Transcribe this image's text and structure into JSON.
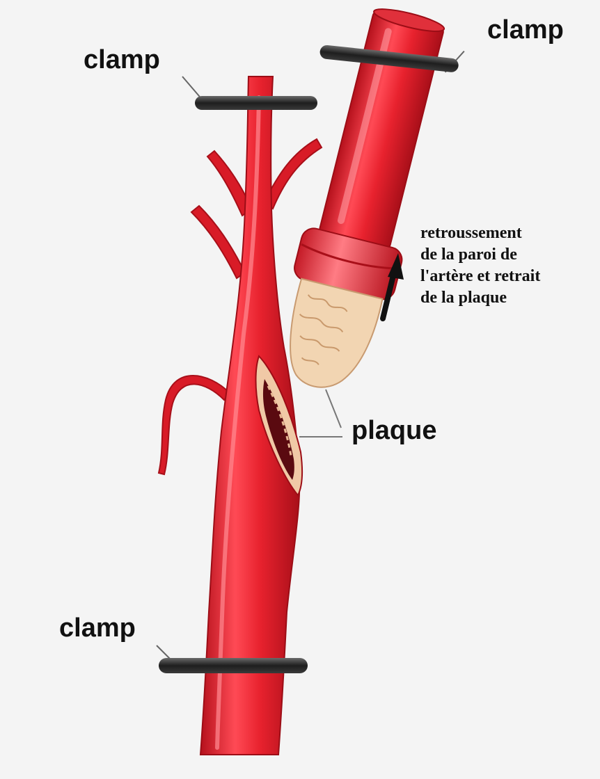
{
  "labels": {
    "clamp_top_left": "clamp",
    "clamp_top_right": "clamp",
    "clamp_bottom": "clamp",
    "plaque": "plaque",
    "annotation_lines": [
      "retroussement",
      "de la paroi de",
      "l'artère et retrait",
      "de la plaque"
    ]
  },
  "colors": {
    "background": "#f4f4f4",
    "artery": "#e8222e",
    "artery_dark": "#b5111c",
    "artery_highlight": "#ff6d76",
    "clamp": "#2d2d2d",
    "plaque": "#f1d3b0",
    "text": "#111111"
  }
}
